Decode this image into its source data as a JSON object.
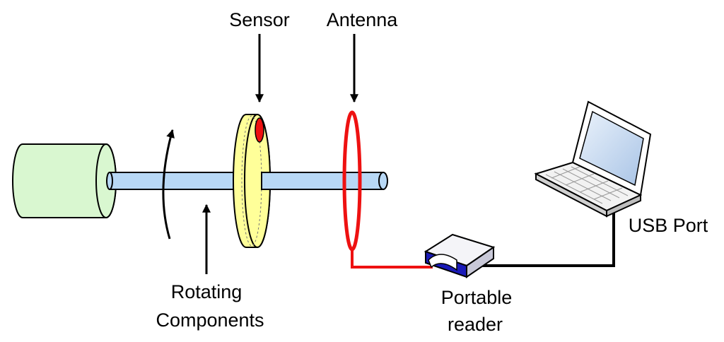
{
  "labels": {
    "sensor": "Sensor",
    "antenna": "Antenna",
    "rotating_line1": "Rotating",
    "rotating_line2": "Components",
    "usb_port": "USB Port",
    "reader_line1": "Portable",
    "reader_line2": "reader"
  },
  "colors": {
    "motor_fill": "#d9f7d0",
    "shaft_fill": "#b8d8f5",
    "disk_fill": "#ffff99",
    "sensor_chip": "#ee1111",
    "antenna": "#ee1111",
    "cable_to_reader": "#ee1111",
    "usb_cable": "#000000",
    "reader_accent": "#1a1ab8",
    "laptop_screen": "#cfe0f5",
    "outline": "#000000"
  }
}
